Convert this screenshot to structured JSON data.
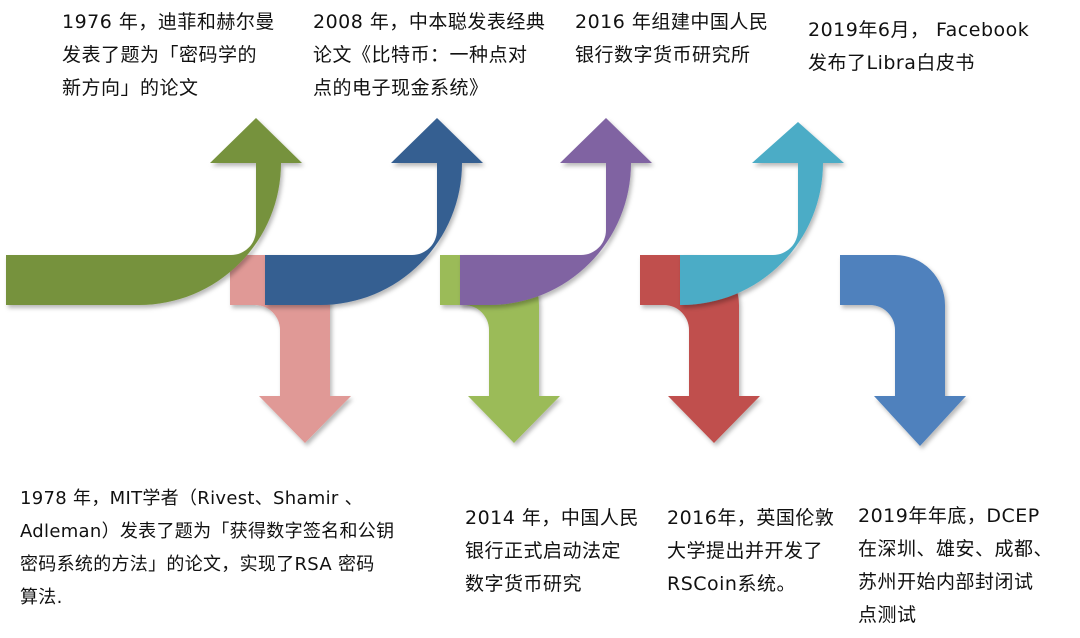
{
  "colors": {
    "green": "#76923c",
    "navy": "#365f91",
    "purple": "#8064a2",
    "teal": "#4bacc6",
    "pink": "#e09996",
    "lightgreen": "#9bbb59",
    "red": "#c0504d",
    "blue": "#4f81bd"
  },
  "events": {
    "e1976": {
      "lines": [
        "1976 年，迪菲和赫尔曼",
        "发表了题为「密码学的",
        "新方向」的论文"
      ]
    },
    "e2008": {
      "lines": [
        "2008 年，中本聪发表经典",
        "论文《比特币：一种点对",
        "点的电子现金系统》"
      ]
    },
    "e2016pboc": {
      "lines": [
        "2016 年组建中国人民",
        "银行数字货币研究所"
      ]
    },
    "e2019libra": {
      "lines": [
        "2019年6月，  Facebook",
        "发布了Libra白皮书"
      ]
    },
    "e1978": {
      "lines": [
        "1978 年，MIT学者（Rivest、Shamir 、",
        "Adleman）发表了题为「获得数字签名和公钥",
        "密码系统的方法」的论文，实现了RSA 密码",
        "算法."
      ]
    },
    "e2014": {
      "lines": [
        "2014 年，中国人民",
        "银行正式启动法定",
        "数字货币研究"
      ]
    },
    "e2016rscoin": {
      "lines": [
        "2016年，英国伦敦",
        "大学提出并开发了",
        "RSCoin系统。"
      ]
    },
    "e2019dcep": {
      "lines": [
        "2019年年底，DCEP",
        "在深圳、雄安、成都、",
        "苏州开始内部封闭试",
        "点测试"
      ]
    }
  }
}
